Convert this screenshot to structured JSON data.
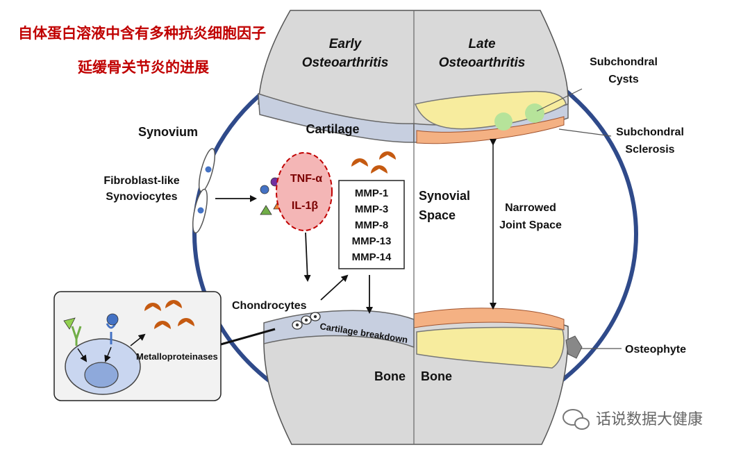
{
  "headline": {
    "line1": "自体蛋白溶液中含有多种抗炎细胞因子",
    "line2": "延缓骨关节炎的进展"
  },
  "stages": {
    "early": [
      "Early",
      "Osteoarthritis"
    ],
    "late": [
      "Late",
      "Osteoarthritis"
    ]
  },
  "labels": {
    "cartilage": "Cartilage",
    "synovium": "Synovium",
    "fibroblast": [
      "Fibroblast-like",
      "Synoviocytes"
    ],
    "tnf": "TNF-α",
    "il1b": "IL-1β",
    "synovial_space": [
      "Synovial",
      "Space"
    ],
    "narrowed": [
      "Narrowed",
      "Joint Space"
    ],
    "subchondral_cysts": [
      "Subchondral",
      "Cysts"
    ],
    "subchondral_sclerosis": [
      "Subchondral",
      "Sclerosis"
    ],
    "chondrocytes": "Chondrocytes",
    "cartilage_breakdown": "Cartilage breakdown",
    "metalloproteinases": "Metalloproteinases",
    "bone_left": "Bone",
    "bone_right": "Bone",
    "osteophyte": "Osteophyte"
  },
  "mmp_list": [
    "MMP-1",
    "MMP-3",
    "MMP-8",
    "MMP-13",
    "MMP-14"
  ],
  "watermark": "话说数据大健康",
  "colors": {
    "capsule": "#2f4a8a",
    "bone": "#d9d9d9",
    "cartilage": "#c7cfe0",
    "enzyme": "#c55a11",
    "cyst_yellow": "#f7ec9e",
    "cyst_green": "#b6e39a",
    "sclerosis": "#f4b183",
    "cytokine_fill": "#f4b6b6",
    "cytokine_stroke": "#c00000",
    "headline": "#c00000"
  }
}
